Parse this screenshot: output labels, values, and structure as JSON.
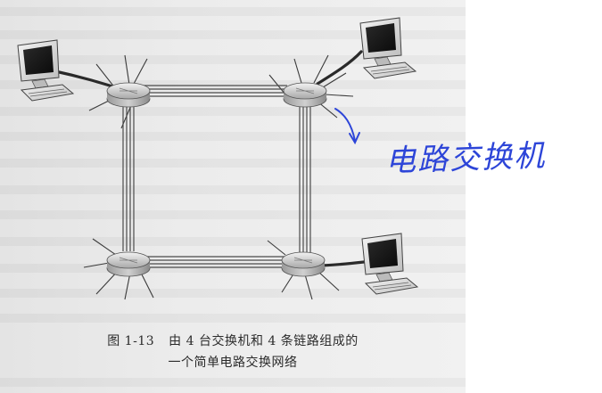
{
  "figure": {
    "number": "图 1-13",
    "caption_line1": "由 4 台交换机和 4 条链路组成的",
    "caption_line2": "一个简单电路交换网络"
  },
  "annotation": {
    "handwritten_text": "电路交换机",
    "ink_color": "#2d45d8"
  },
  "diagram": {
    "nodes": [
      {
        "id": "switch-top-left",
        "icon": "circuit-switch-icon"
      },
      {
        "id": "switch-top-right",
        "icon": "circuit-switch-icon"
      },
      {
        "id": "switch-bottom-left",
        "icon": "circuit-switch-icon"
      },
      {
        "id": "switch-bottom-right",
        "icon": "circuit-switch-icon"
      },
      {
        "id": "host-top-left",
        "icon": "computer-icon"
      },
      {
        "id": "host-top-right",
        "icon": "computer-icon"
      },
      {
        "id": "host-bottom-right",
        "icon": "computer-icon"
      }
    ],
    "links": [
      {
        "from": "switch-top-left",
        "to": "switch-top-right",
        "circuits": 4
      },
      {
        "from": "switch-top-right",
        "to": "switch-bottom-right",
        "circuits": 4
      },
      {
        "from": "switch-bottom-right",
        "to": "switch-bottom-left",
        "circuits": 4
      },
      {
        "from": "switch-bottom-left",
        "to": "switch-top-left",
        "circuits": 4
      }
    ]
  }
}
